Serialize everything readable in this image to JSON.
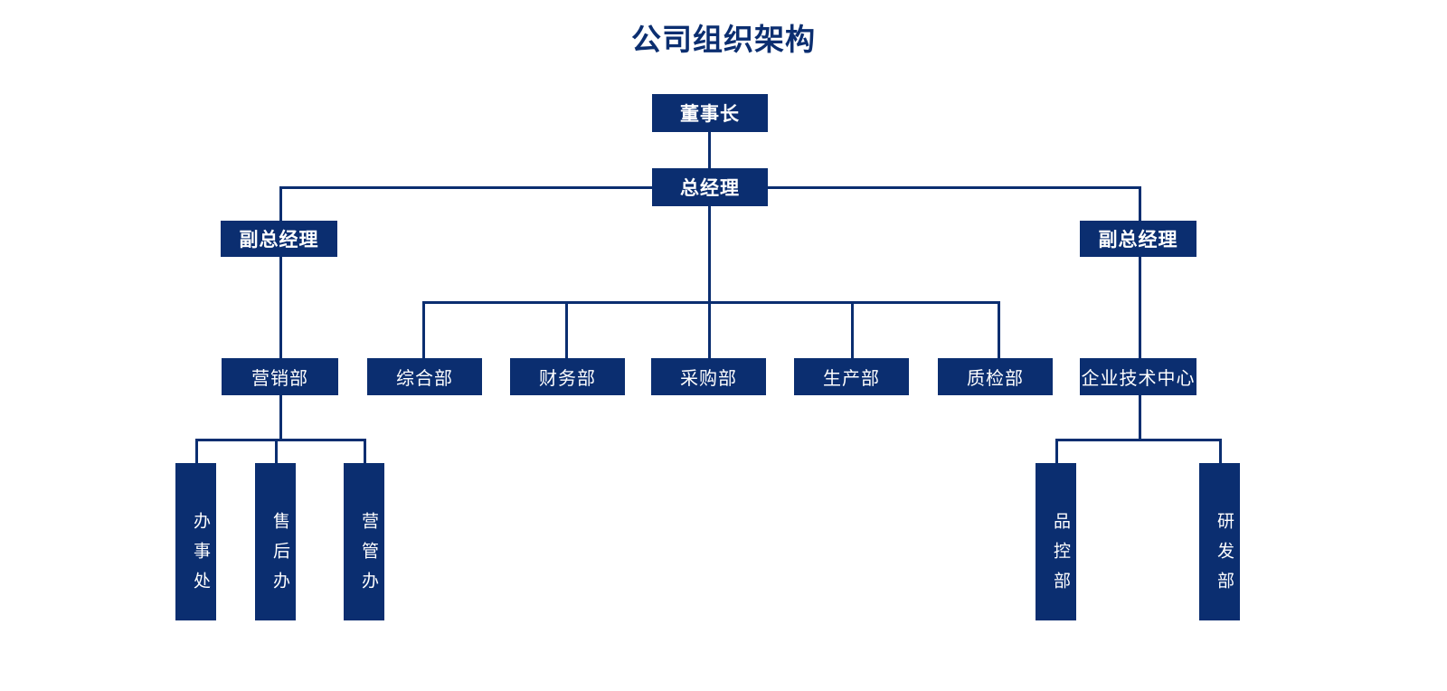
{
  "chart": {
    "title": "公司组织架构",
    "accent_color": "#0B2E70",
    "background_color": "#FFFFFF",
    "text_color": "#FFFFFF"
  },
  "nodes": {
    "chairman": {
      "label": "董事长"
    },
    "general_manager": {
      "label": "总经理"
    },
    "deputy_gm_left": {
      "label": "副总经理"
    },
    "deputy_gm_right": {
      "label": "副总经理"
    },
    "departments": [
      {
        "label": "营销部"
      },
      {
        "label": "综合部"
      },
      {
        "label": "财务部"
      },
      {
        "label": "采购部"
      },
      {
        "label": "生产部"
      },
      {
        "label": "质检部"
      },
      {
        "label": "企业技术中心"
      }
    ],
    "marketing_sub": [
      {
        "label": "办事处"
      },
      {
        "label": "售后办"
      },
      {
        "label": "营管办"
      }
    ],
    "tech_center_sub": [
      {
        "label": "品控部"
      },
      {
        "label": "研发部"
      }
    ]
  }
}
